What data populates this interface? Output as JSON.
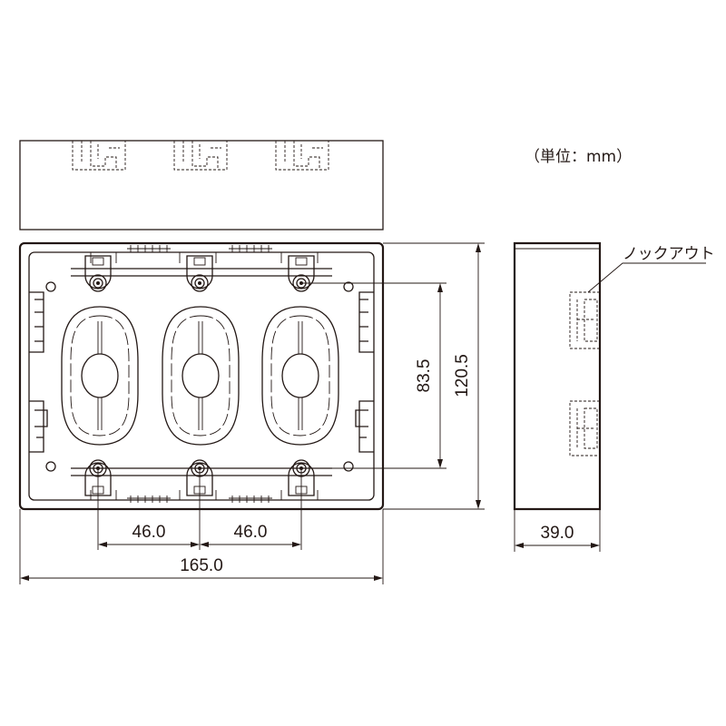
{
  "labels": {
    "unit": "（単位：mm）",
    "knockout": "ノックアウト"
  },
  "dimensions": {
    "pitch_left": "46.0",
    "pitch_right": "46.0",
    "overall_width": "165.0",
    "mount_pitch": "83.5",
    "overall_height": "120.5",
    "depth": "39.0"
  },
  "colors": {
    "line": "#231815",
    "background": "#ffffff"
  }
}
